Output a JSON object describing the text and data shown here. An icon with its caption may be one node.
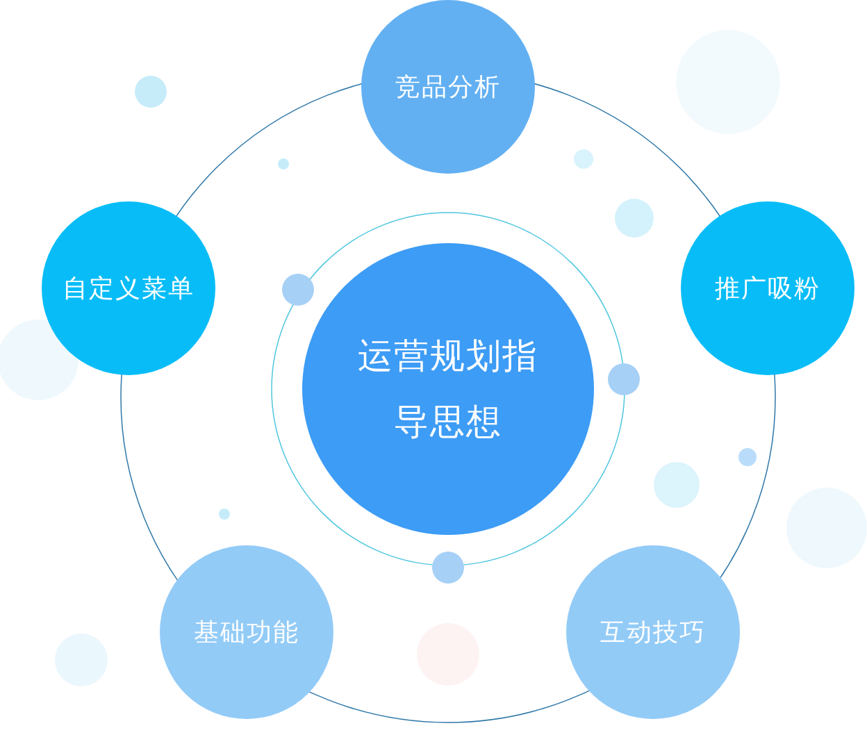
{
  "diagram": {
    "nodes": [
      {
        "text": [
          "运营规划指导思想"
        ]
      },
      {
        "text": [
          "竞品分析"
        ]
      },
      {
        "text": [
          "推广吸粉"
        ]
      },
      {
        "text": [
          "互动技巧"
        ]
      },
      {
        "text": [
          "基础功能"
        ]
      },
      {
        "text": [
          "自定义菜单"
        ]
      }
    ]
  }
}
